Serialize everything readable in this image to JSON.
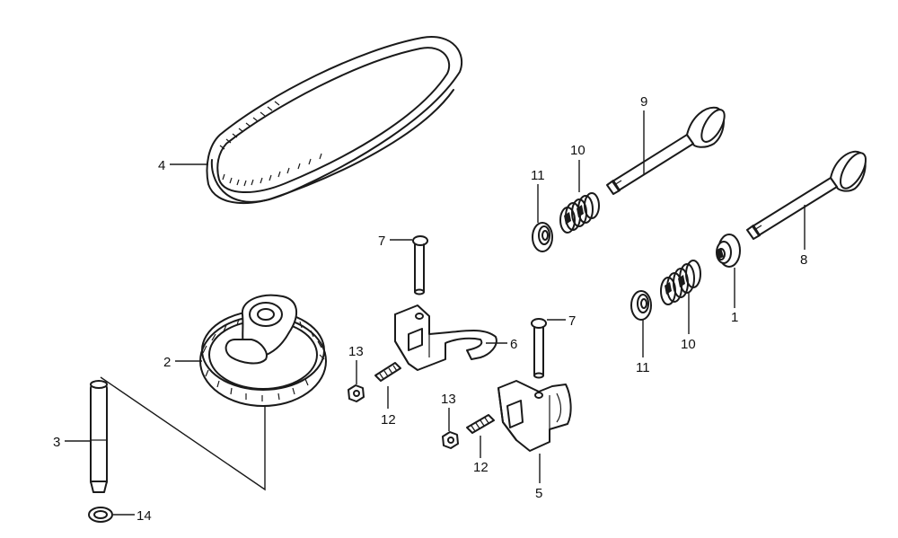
{
  "diagram": {
    "callouts": [
      {
        "id": "c1",
        "text": "1"
      },
      {
        "id": "c2",
        "text": "2"
      },
      {
        "id": "c3",
        "text": "3"
      },
      {
        "id": "c4",
        "text": "4"
      },
      {
        "id": "c5",
        "text": "5"
      },
      {
        "id": "c6",
        "text": "6"
      },
      {
        "id": "c7a",
        "text": "7"
      },
      {
        "id": "c7b",
        "text": "7"
      },
      {
        "id": "c8",
        "text": "8"
      },
      {
        "id": "c9",
        "text": "9"
      },
      {
        "id": "c10a",
        "text": "10"
      },
      {
        "id": "c10b",
        "text": "10"
      },
      {
        "id": "c11a",
        "text": "11"
      },
      {
        "id": "c11b",
        "text": "11"
      },
      {
        "id": "c12a",
        "text": "12"
      },
      {
        "id": "c12b",
        "text": "12"
      },
      {
        "id": "c13a",
        "text": "13"
      },
      {
        "id": "c13b",
        "text": "13"
      },
      {
        "id": "c14",
        "text": "14"
      }
    ]
  }
}
